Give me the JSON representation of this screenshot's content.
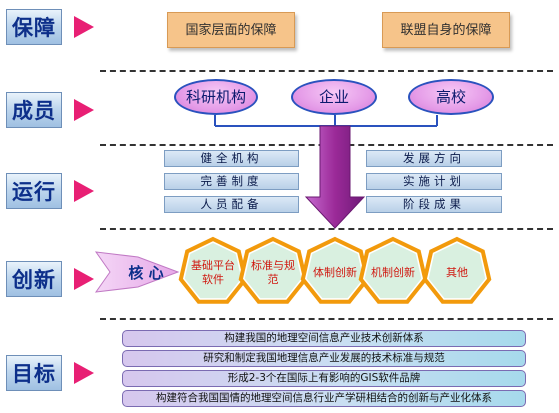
{
  "rows": [
    {
      "label": "保障"
    },
    {
      "label": "成员"
    },
    {
      "label": "运行"
    },
    {
      "label": "创新"
    },
    {
      "label": "目标"
    }
  ],
  "guarantee": {
    "national": "国家层面的保障",
    "alliance": "联盟自身的保障"
  },
  "members": [
    "科研机构",
    "企业",
    "高校"
  ],
  "operation": {
    "left": [
      "健全机构",
      "完善制度",
      "人员配备"
    ],
    "right": [
      "发展方向",
      "实施计划",
      "阶段成果"
    ]
  },
  "innovation": {
    "core": "核 心",
    "items": [
      [
        "基础平台",
        "软件"
      ],
      [
        "标准与规",
        "范"
      ],
      [
        "体制创新"
      ],
      [
        "机制创新"
      ],
      [
        "其他"
      ]
    ]
  },
  "goals": [
    "构建我国的地理空间信息产业技术创新体系",
    "研究和制定我国地理信息产业发展的技术标准与规范",
    "形成2-3个在国际上有影响的GIS软件品牌",
    "构建符合我国国情的地理空间信息行业产学研相结合的创新与产业化体系"
  ],
  "colors": {
    "label_text": "#0d2f8a",
    "arrow": "#e81f74",
    "orange_box": "#f6c48a",
    "member_oval": "#e59ce8",
    "heptagon": "#f29a0c",
    "heptagon_text": "#d01810",
    "big_arrow": "#9b2a98"
  }
}
